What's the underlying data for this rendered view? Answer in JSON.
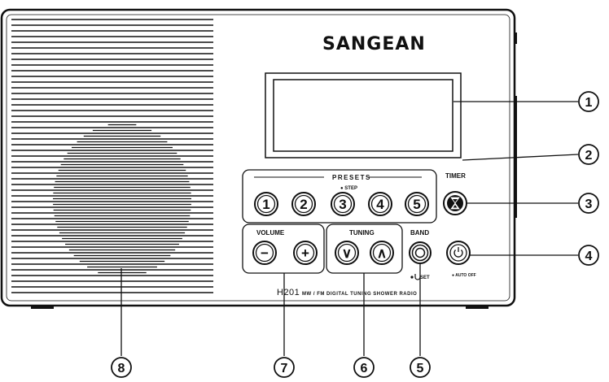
{
  "brand": "SANGEAN",
  "panel": {
    "presets_label": "PRESETS",
    "step_label": "● STEP",
    "timer_label": "TIMER",
    "volume_label": "VOLUME",
    "tuning_label": "TUNING",
    "band_label": "BAND",
    "set_label": "SET",
    "auto_off_label": "● AUTO OFF",
    "model_number": "H201",
    "model_description": "MW / FM DIGITAL TUNING SHOWER RADIO"
  },
  "presets": [
    "1",
    "2",
    "3",
    "4",
    "5"
  ],
  "volume_buttons": [
    "−",
    "+"
  ],
  "tuning_buttons": [
    "∨",
    "∧"
  ],
  "callouts": [
    "1",
    "2",
    "3",
    "4",
    "5",
    "6",
    "7",
    "8"
  ]
}
